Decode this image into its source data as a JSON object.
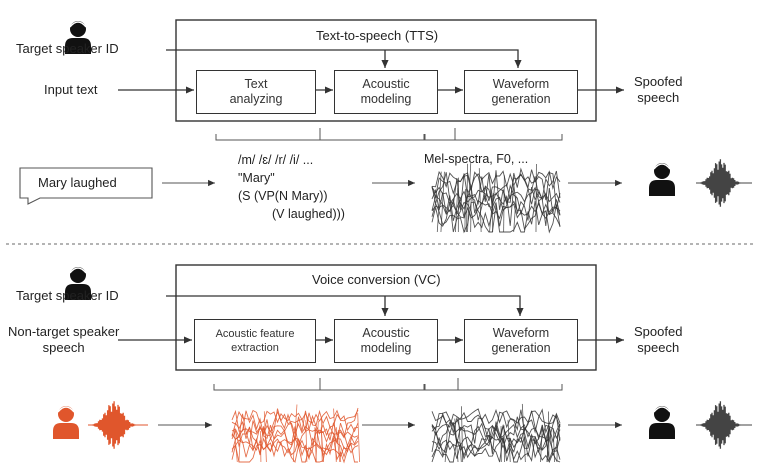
{
  "tts": {
    "title": "Text-to-speech (TTS)",
    "target_speaker_label": "Target speaker ID",
    "input_label": "Input text",
    "module_1": "Text\nanalyzing",
    "module_2": "Acoustic\nmodeling",
    "module_3": "Waveform\ngeneration",
    "output_label": "Spoofed\nspeech",
    "example_text": "Mary laughed",
    "linguistic_lines": [
      "/m/ /ɛ/ /r/ /i/ ...",
      "\"Mary\"",
      "(S (VP(N Mary))",
      "(V laughed)))"
    ],
    "features_label": "Mel-spectra, F0, ..."
  },
  "vc": {
    "title": "Voice conversion (VC)",
    "target_speaker_label": "Target speaker ID",
    "input_label": "Non-target speaker\nspeech",
    "module_1": "Acoustic feature\nextraction",
    "module_2": "Acoustic\nmodeling",
    "module_3": "Waveform\ngeneration",
    "output_label": "Spoofed\nspeech"
  },
  "colors": {
    "line": "#333333",
    "speaker_dark": "#111111",
    "speaker_source": "#e0562c",
    "divider": "#888888"
  },
  "icons": [
    "person-icon",
    "waveform-icon",
    "spectrogram-icon",
    "document-icon"
  ]
}
